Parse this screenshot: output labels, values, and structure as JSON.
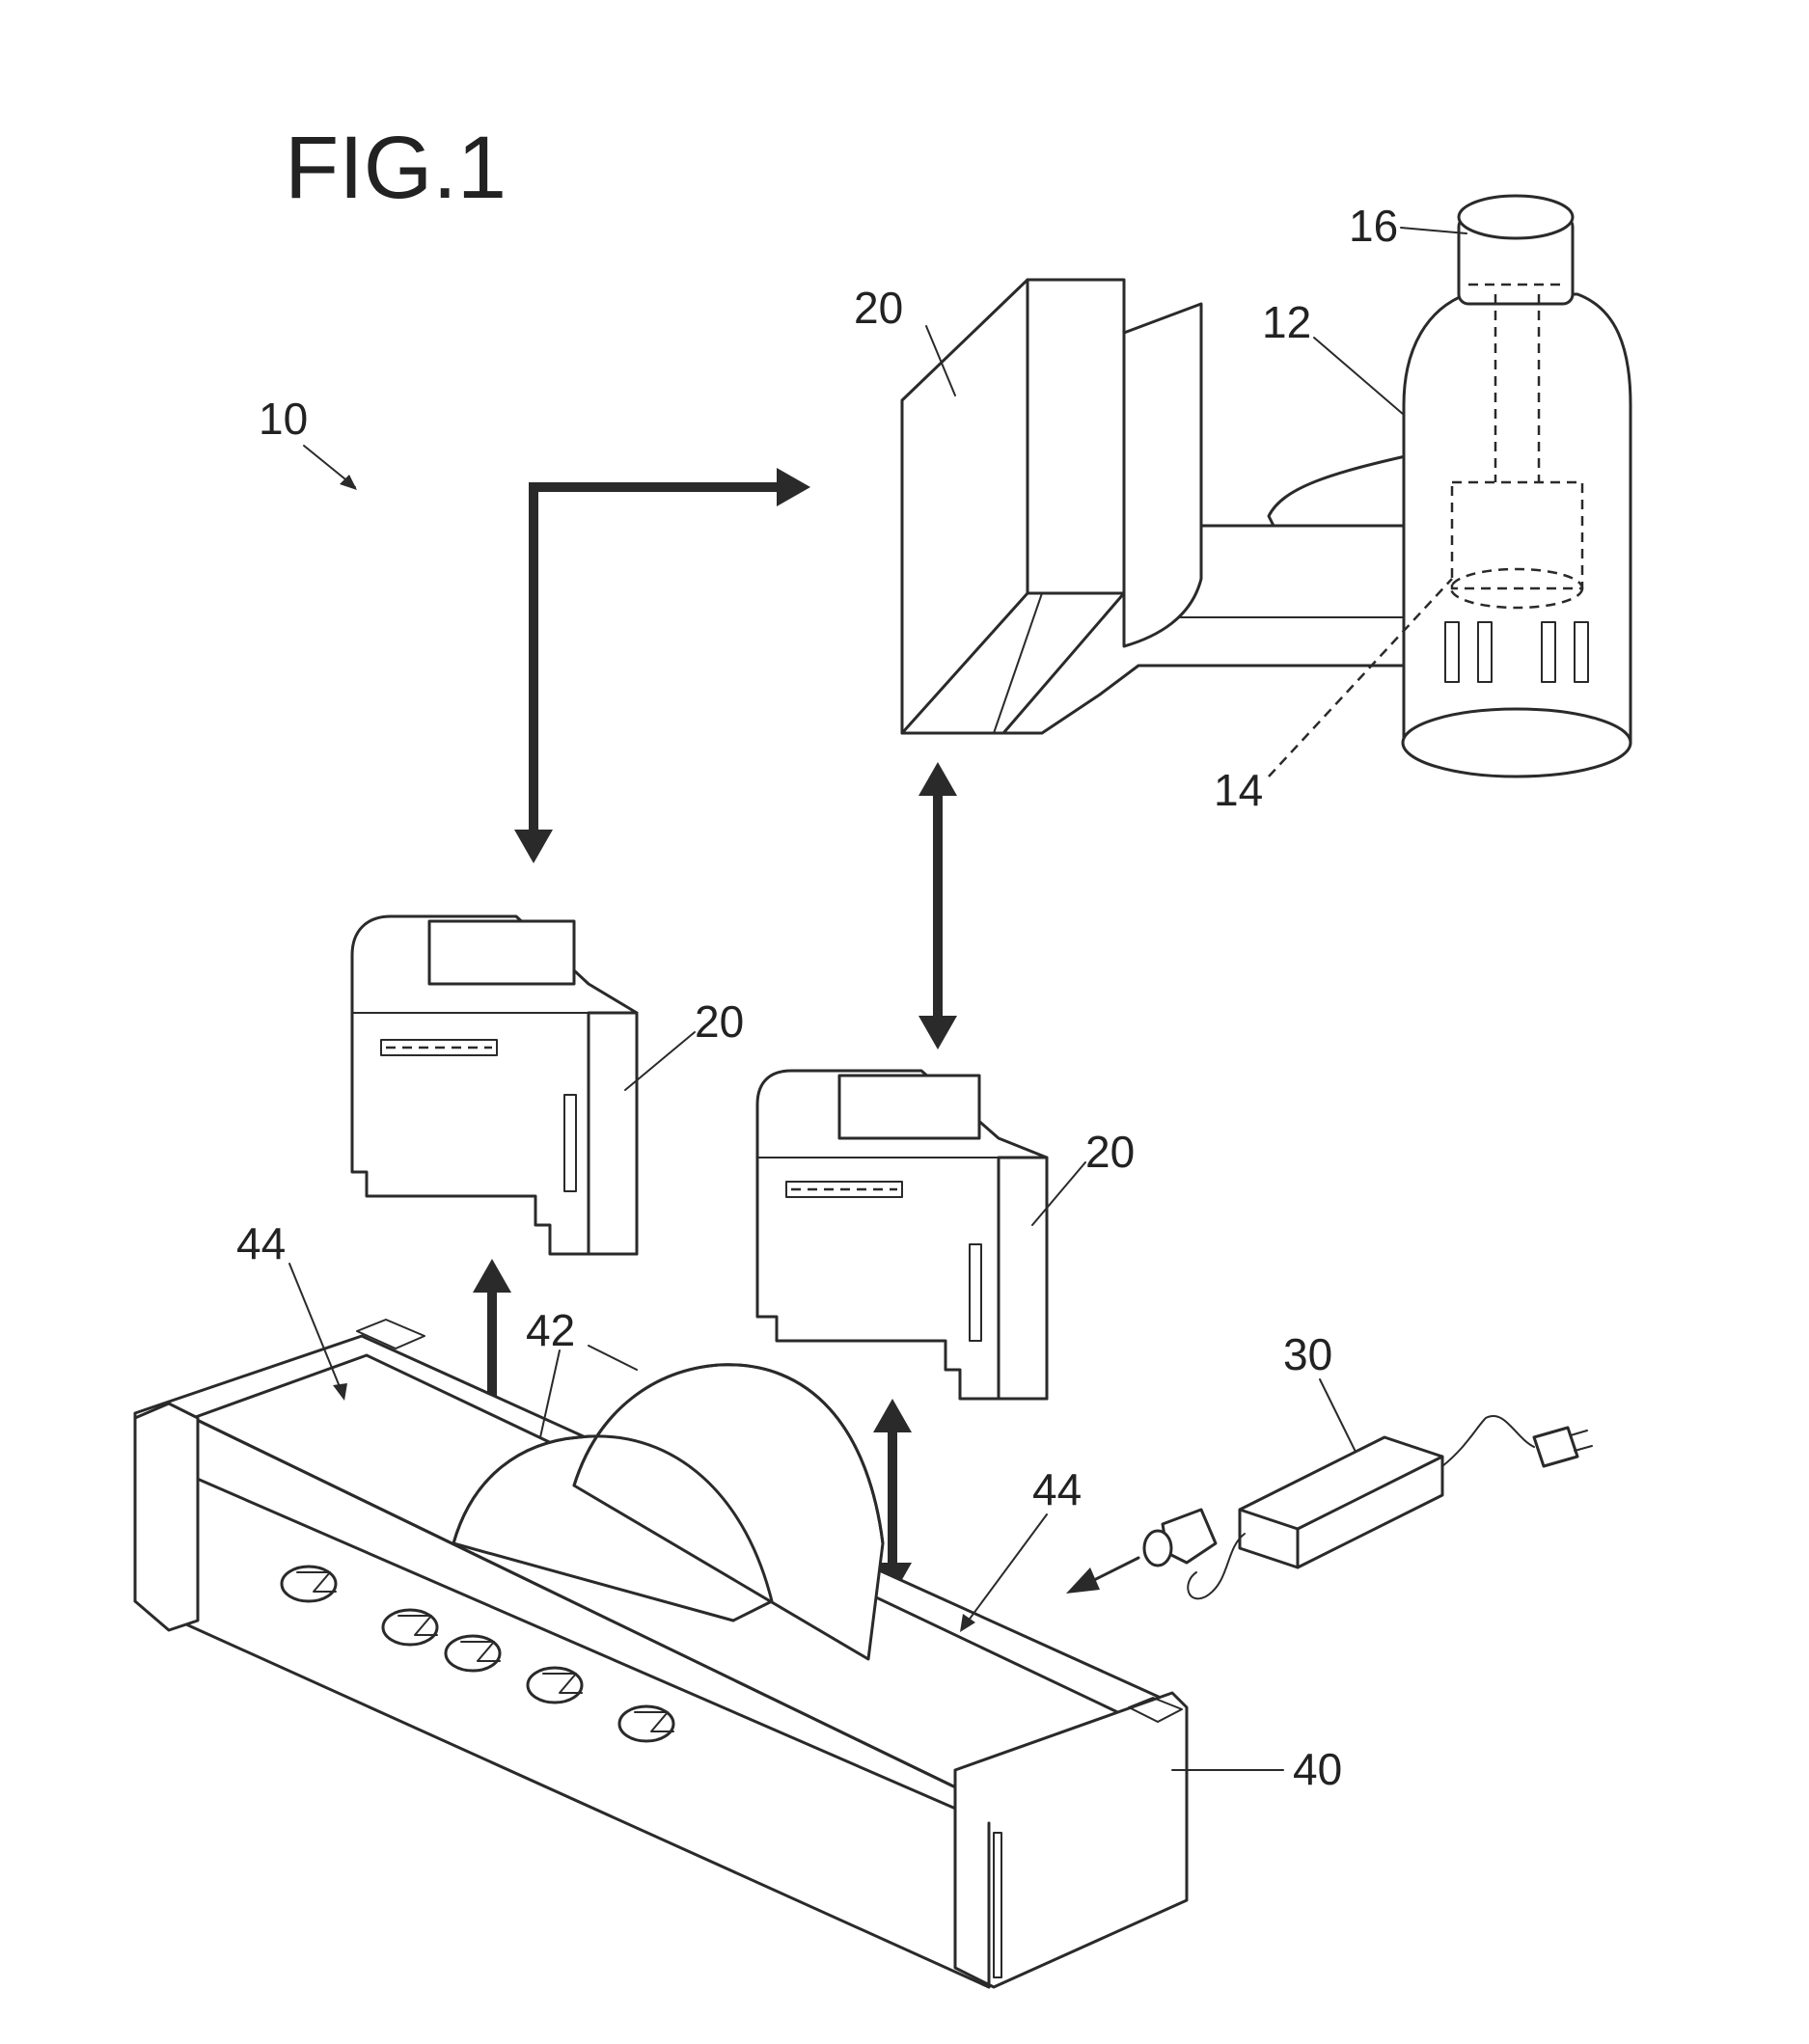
{
  "figure": {
    "title": "FIG.1",
    "labels": {
      "system": "10",
      "tool": "12",
      "part_14": "14",
      "part_16": "16",
      "battery_top": "20",
      "battery_left": "20",
      "battery_right": "20",
      "adapter": "30",
      "charger": "40",
      "part_42": "42",
      "slot_left": "44",
      "slot_right": "44"
    }
  }
}
